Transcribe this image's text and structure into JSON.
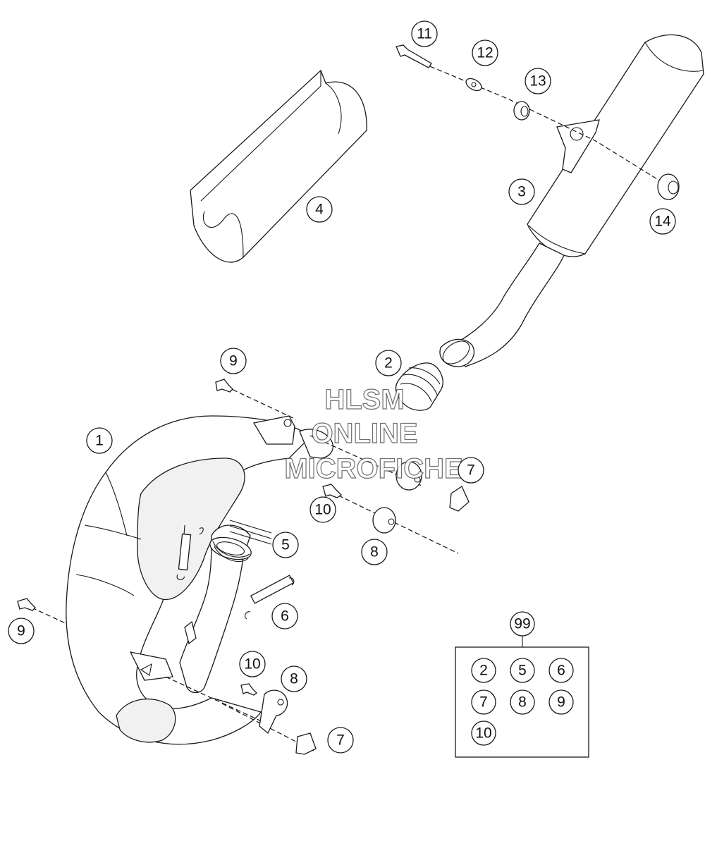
{
  "watermark": {
    "line1": "HLSM",
    "line2": "ONLINE",
    "line3": "MICROFICHE"
  },
  "callouts": [
    {
      "id": "c1",
      "label": "1"
    },
    {
      "id": "c2",
      "label": "2"
    },
    {
      "id": "c3",
      "label": "3"
    },
    {
      "id": "c4",
      "label": "4"
    },
    {
      "id": "c5",
      "label": "5"
    },
    {
      "id": "c6",
      "label": "6"
    },
    {
      "id": "c7a",
      "label": "7"
    },
    {
      "id": "c7b",
      "label": "7"
    },
    {
      "id": "c8a",
      "label": "8"
    },
    {
      "id": "c8b",
      "label": "8"
    },
    {
      "id": "c9a",
      "label": "9"
    },
    {
      "id": "c9b",
      "label": "9"
    },
    {
      "id": "c10a",
      "label": "10"
    },
    {
      "id": "c10b",
      "label": "10"
    },
    {
      "id": "c11",
      "label": "11"
    },
    {
      "id": "c12",
      "label": "12"
    },
    {
      "id": "c13",
      "label": "13"
    },
    {
      "id": "c14",
      "label": "14"
    }
  ],
  "kit": {
    "label": "99",
    "items": [
      "2",
      "5",
      "6",
      "7",
      "8",
      "9",
      "10"
    ]
  }
}
